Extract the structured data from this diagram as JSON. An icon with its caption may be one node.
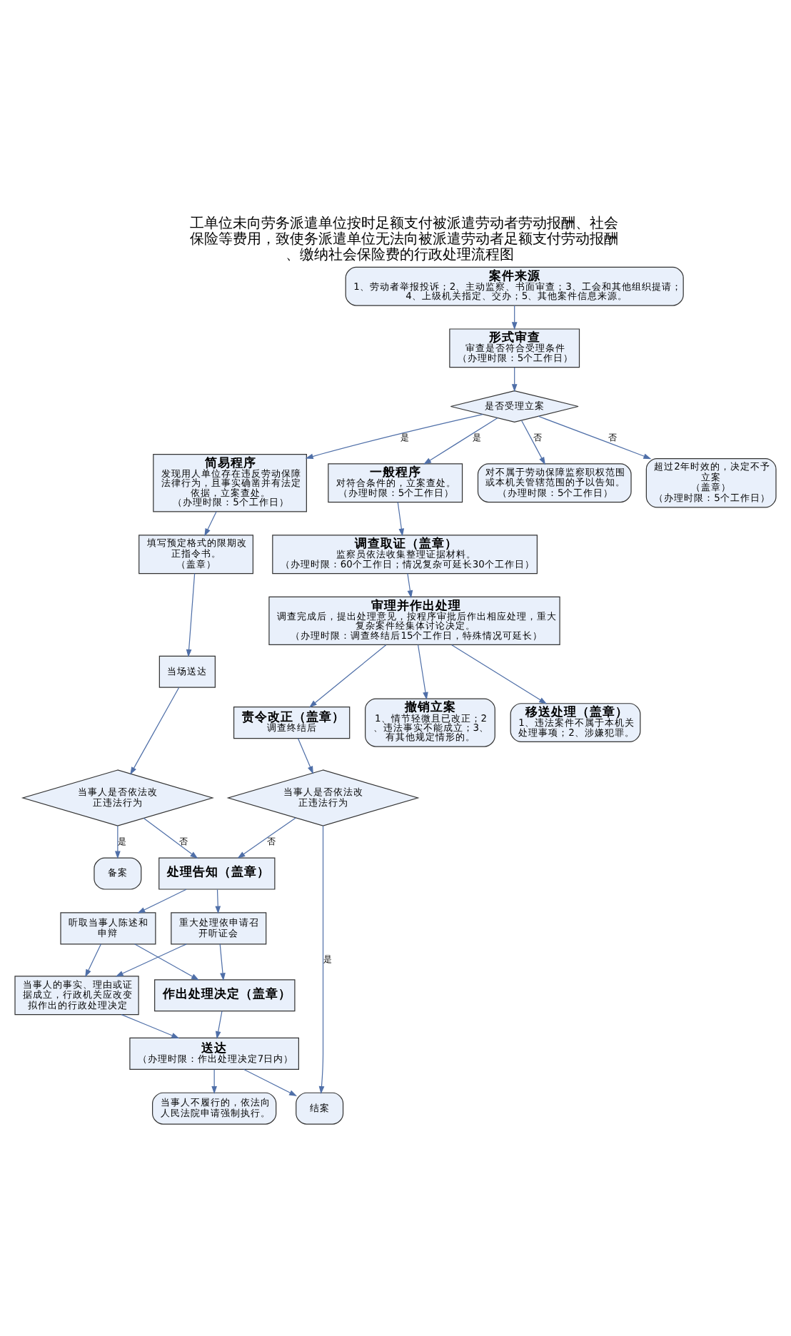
{
  "diagram": {
    "title": "工单位未向劳务派遣单位按时足额支付被派遣劳动者劳动报酬、社会保险等费用，致使务派遣单位无法向被派遣劳动者足额支付劳动报酬、缴纳社会保险费的行政处理流程图",
    "nodes": [
      {
        "text": [
          "案件来源",
          "1、劳动者举报投诉；2、主动监察、书面审查；3、工会和其他组织提请；4、上级机关指定、交办；5、其他案件信息来源。"
        ]
      },
      {
        "text": [
          "形式审查",
          "审查是否符合受理条件",
          "（办理时限：5个工作日）"
        ]
      },
      {
        "text": [
          "是否受理立案"
        ]
      },
      {
        "text": [
          "简易程序",
          "发现用人单位存在违反劳动保障法律行为，且事实确凿并有法定依据，立案查处。",
          "（办理时限：5个工作日）"
        ]
      },
      {
        "text": [
          "一般程序",
          "对符合条件的，立案查处。",
          "（办理时限：5个工作日）"
        ]
      },
      {
        "text": [
          "对不属于劳动保障监察职权范围或本机关管辖范围的予以告知。",
          "（办理时限：5个工作日）"
        ]
      },
      {
        "text": [
          "超过2年时效的，决定不予立案",
          "（盖章）",
          "（办理时限：5个工作日）"
        ]
      },
      {
        "text": [
          "填写预定格式的限期改正指令书。",
          "（盖章）"
        ]
      },
      {
        "text": [
          "调查取证（盖章）",
          "监察员依法收集整理证据材料。",
          "（办理时限：60个工作日；情况复杂可延长30个工作日）"
        ]
      },
      {
        "text": [
          "审理并作出处理",
          "调查完成后，提出处理意见，按程序审批后作出相应处理，重大复杂案件经集体讨论决定。",
          "（办理时限：调查终结后15个工作日，特殊情况可延长）"
        ]
      },
      {
        "text": [
          "当场送达"
        ]
      },
      {
        "text": [
          "责令改正（盖章）",
          "调查终结后"
        ]
      },
      {
        "text": [
          "撤销立案",
          "1、情节轻微且已改正；2、违法事实不能成立；3、有其他规定情形的。"
        ]
      },
      {
        "text": [
          "移送处理（盖章）",
          "1、违法案件不属于本机关处理事项；2、涉嫌犯罪。"
        ]
      },
      {
        "text": [
          "当事人是否依法改正违法行为"
        ]
      },
      {
        "text": [
          "当事人是否依法改正违法行为"
        ]
      },
      {
        "text": [
          "备案"
        ]
      },
      {
        "text": [
          "处理告知（盖章）"
        ]
      },
      {
        "text": [
          "听取当事人陈述和申辩"
        ]
      },
      {
        "text": [
          "重大处理依申请召开听证会"
        ]
      },
      {
        "text": [
          "当事人的事实、理由或证据成立，行政机关应改变拟作出的行政处理决定"
        ]
      },
      {
        "text": [
          "作出处理决定（盖章）"
        ]
      },
      {
        "text": [
          "送达",
          "（办理时限：作出处理决定7日内）"
        ]
      },
      {
        "text": [
          "结案"
        ]
      },
      {
        "text": [
          "当事人不履行的，依法向人民法院申请强制执行。"
        ]
      }
    ],
    "edges": [
      {
        "from": 0,
        "to": 1,
        "arrow": "to"
      },
      {
        "from": 1,
        "to": 2,
        "arrow": "to"
      },
      {
        "from": 2,
        "to": 3,
        "arrow": "to",
        "label": "是"
      },
      {
        "from": 2,
        "to": 4,
        "arrow": "to",
        "label": "是"
      },
      {
        "from": 2,
        "to": 5,
        "arrow": "to",
        "label": "否"
      },
      {
        "from": 2,
        "to": 6,
        "arrow": "to",
        "label": "否"
      },
      {
        "from": 3,
        "to": 7,
        "arrow": "to"
      },
      {
        "from": 4,
        "to": 8,
        "arrow": "to"
      },
      {
        "from": 7,
        "to": 10,
        "arrow": "to"
      },
      {
        "from": 8,
        "to": 9,
        "arrow": "to"
      },
      {
        "from": 9,
        "to": 11,
        "arrow": "to"
      },
      {
        "from": 9,
        "to": 12,
        "arrow": "to"
      },
      {
        "from": 9,
        "to": 13,
        "arrow": "to"
      },
      {
        "from": 10,
        "to": 14,
        "arrow": "to"
      },
      {
        "from": 11,
        "to": 15,
        "arrow": "to"
      },
      {
        "from": 14,
        "to": 16,
        "arrow": "to",
        "label": "是"
      },
      {
        "from": 14,
        "to": 17,
        "arrow": "to",
        "label": "否"
      },
      {
        "from": 15,
        "to": 17,
        "arrow": "to",
        "label": "否"
      },
      {
        "from": 15,
        "to": 23,
        "arrow": "to",
        "label": "是"
      },
      {
        "from": 17,
        "to": 18,
        "arrow": "to"
      },
      {
        "from": 17,
        "to": 19,
        "arrow": "to"
      },
      {
        "from": 18,
        "to": 20,
        "arrow": "to"
      },
      {
        "from": 18,
        "to": 21,
        "arrow": "to"
      },
      {
        "from": 19,
        "to": 20,
        "arrow": "to"
      },
      {
        "from": 19,
        "to": 21,
        "arrow": "to"
      },
      {
        "from": 20,
        "to": 22,
        "arrow": "to"
      },
      {
        "from": 21,
        "to": 22,
        "arrow": "to"
      },
      {
        "from": 22,
        "to": 23,
        "arrow": "to"
      },
      {
        "from": 22,
        "to": 24,
        "arrow": "to"
      }
    ]
  }
}
